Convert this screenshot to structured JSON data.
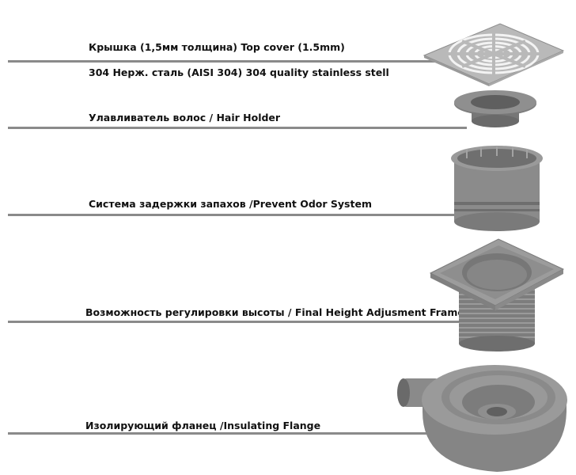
{
  "components": [
    {
      "id": "top-cover",
      "label": "Крышка (1,5мм толщина) Top cover (1.5mm)",
      "sublabel": "304 Нерж. сталь (AISI 304) 304 quality stainless stell"
    },
    {
      "id": "hair-holder",
      "label": "Улавливатель волос / Hair Holder"
    },
    {
      "id": "odor-system",
      "label": "Система задержки запахов /Prevent Odor System"
    },
    {
      "id": "height-frame",
      "label": "Возможность регулировки высоты / Final Height Adjusment Frame"
    },
    {
      "id": "flange",
      "label": "Изолирующий фланец /Insulating Flange"
    }
  ],
  "colors": {
    "part_fill": "#8c8c8c",
    "part_dark": "#6e6e6e",
    "part_light": "#a6a6a6",
    "line": "#8a8a8a",
    "cover": "#b9b9b9"
  }
}
